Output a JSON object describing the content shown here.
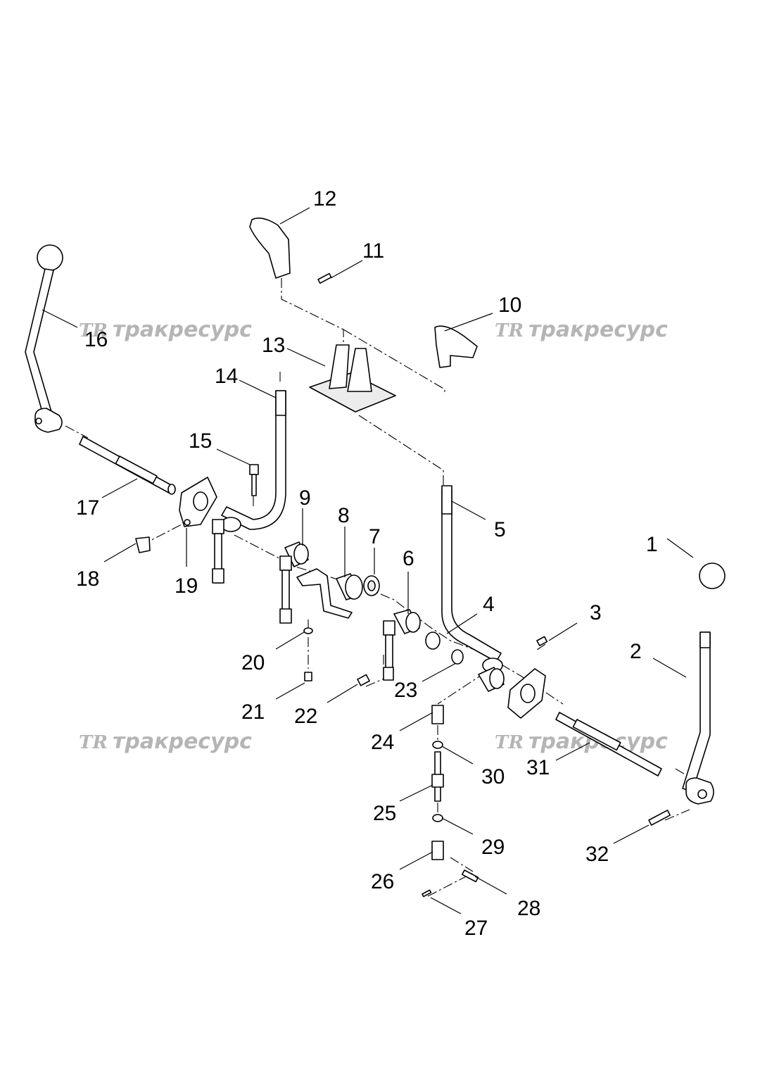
{
  "watermark": {
    "logo": "TR",
    "text": "тракресурс"
  },
  "callouts": [
    "1",
    "2",
    "3",
    "4",
    "5",
    "6",
    "7",
    "8",
    "9",
    "10",
    "11",
    "12",
    "13",
    "14",
    "15",
    "16",
    "17",
    "18",
    "19",
    "20",
    "21",
    "22",
    "23",
    "24",
    "25",
    "26",
    "27",
    "28",
    "29",
    "30",
    "31",
    "32"
  ]
}
